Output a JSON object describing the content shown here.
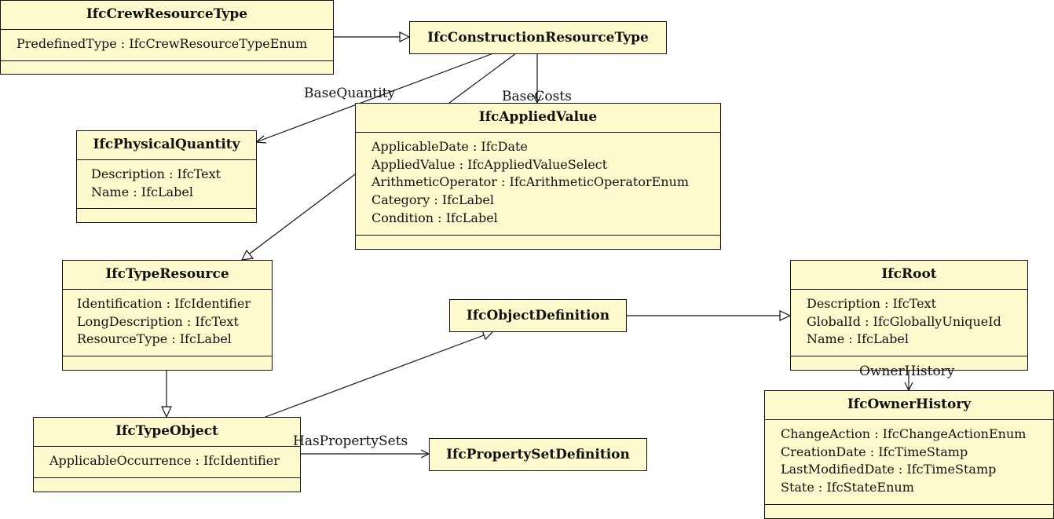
{
  "classes": {
    "crew_resource_type": {
      "name": "IfcCrewResourceType",
      "attributes": [
        "PredefinedType : IfcCrewResourceTypeEnum"
      ]
    },
    "construction_resource_type": {
      "name": "IfcConstructionResourceType"
    },
    "physical_quantity": {
      "name": "IfcPhysicalQuantity",
      "attributes": [
        "Description : IfcText",
        "Name : IfcLabel"
      ]
    },
    "applied_value": {
      "name": "IfcAppliedValue",
      "attributes": [
        "ApplicableDate : IfcDate",
        "AppliedValue : IfcAppliedValueSelect",
        "ArithmeticOperator : IfcArithmeticOperatorEnum",
        "Category : IfcLabel",
        "Condition : IfcLabel"
      ]
    },
    "type_resource": {
      "name": "IfcTypeResource",
      "attributes": [
        "Identification : IfcIdentifier",
        "LongDescription : IfcText",
        "ResourceType : IfcLabel"
      ]
    },
    "object_definition": {
      "name": "IfcObjectDefinition"
    },
    "root": {
      "name": "IfcRoot",
      "attributes": [
        "Description : IfcText",
        "GlobalId : IfcGloballyUniqueId",
        "Name : IfcLabel"
      ]
    },
    "type_object": {
      "name": "IfcTypeObject",
      "attributes": [
        "ApplicableOccurrence : IfcIdentifier"
      ]
    },
    "property_set_definition": {
      "name": "IfcPropertySetDefinition"
    },
    "owner_history": {
      "name": "IfcOwnerHistory",
      "attributes": [
        "ChangeAction : IfcChangeActionEnum",
        "CreationDate : IfcTimeStamp",
        "LastModifiedDate : IfcTimeStamp",
        "State : IfcStateEnum"
      ]
    }
  },
  "associations": {
    "base_quantity": "BaseQuantity",
    "base_costs": "BaseCosts",
    "has_property_sets": "HasPropertySets",
    "owner_history": "OwnerHistory"
  },
  "colors": {
    "box_fill": "#fffacd",
    "stroke": "#111111"
  }
}
